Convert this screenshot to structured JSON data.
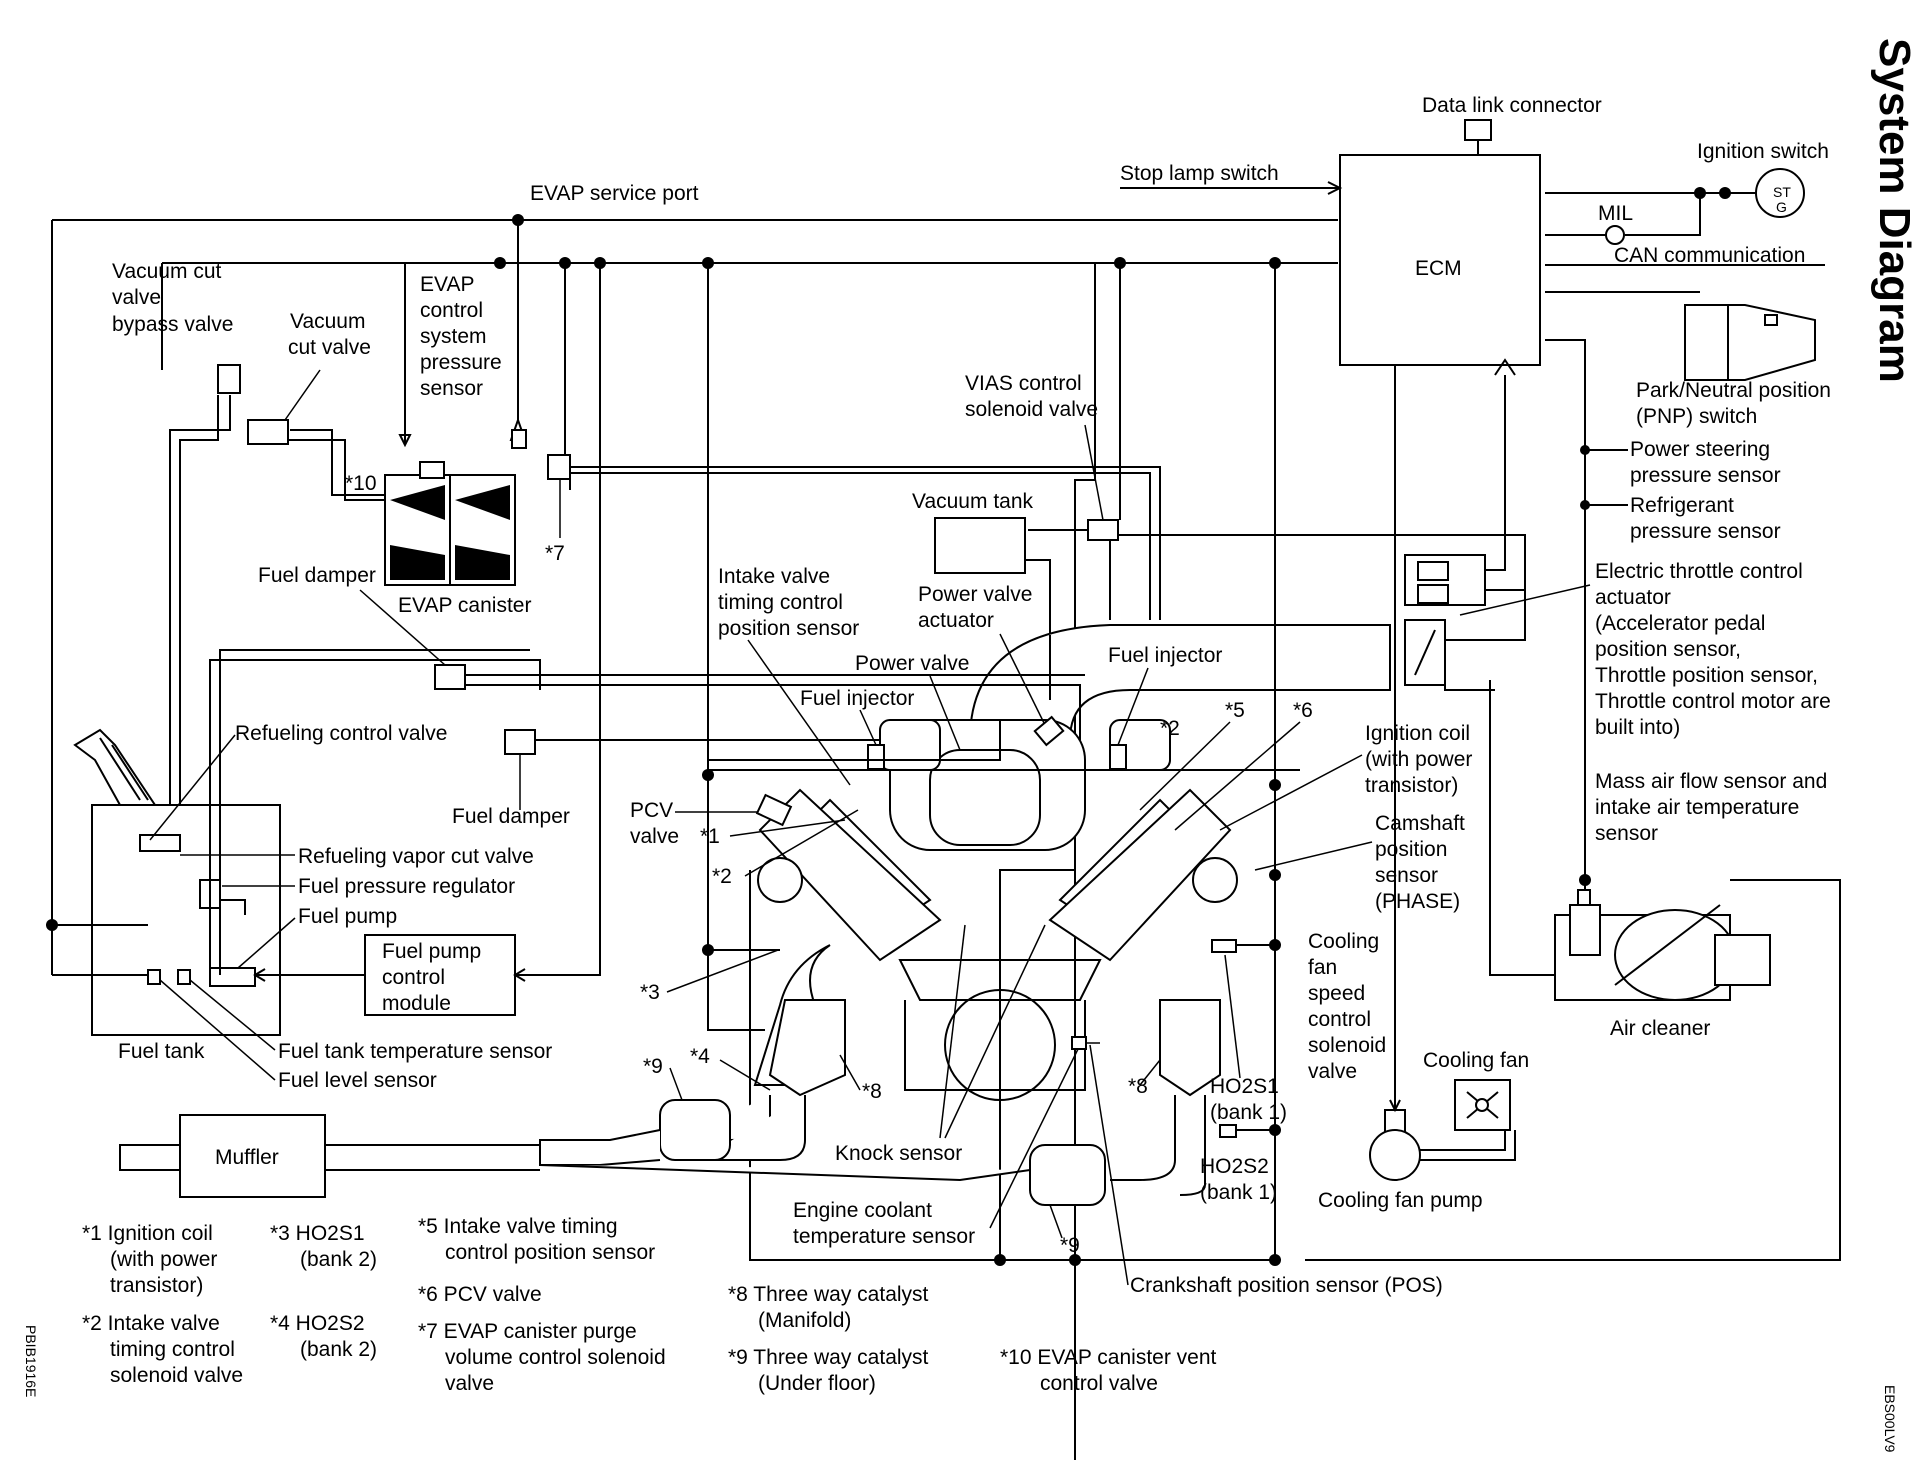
{
  "title": "System Diagram",
  "figure_code": "PBIB1916E",
  "page_code": "EBS00LV9",
  "components": {
    "data_link_connector": "Data link connector",
    "ignition_switch": "Ignition switch",
    "ignition_switch_marks": [
      "ST",
      "G"
    ],
    "stop_lamp_switch": "Stop lamp switch",
    "mil": "MIL",
    "ecm": "ECM",
    "can_communication": "CAN communication",
    "evap_service_port": "EVAP service port",
    "vacuum_cut_valve_bypass": [
      "Vacuum cut",
      "valve",
      "bypass valve"
    ],
    "vacuum_cut_valve": [
      "Vacuum",
      "cut valve"
    ],
    "evap_pressure_sensor": [
      "EVAP",
      "control",
      "system",
      "pressure",
      "sensor"
    ],
    "park_neutral_switch": [
      "Park/Neutral position",
      "(PNP) switch"
    ],
    "power_steering_sensor": [
      "Power steering",
      "pressure sensor"
    ],
    "refrigerant_sensor": [
      "Refrigerant",
      "pressure sensor"
    ],
    "vias_valve": [
      "VIAS control",
      "solenoid valve"
    ],
    "vacuum_tank": "Vacuum tank",
    "fuel_damper_upper": "Fuel damper",
    "evap_canister": "EVAP canister",
    "intake_valve_sensor": [
      "Intake valve",
      "timing control",
      "position sensor"
    ],
    "power_valve_actuator": [
      "Power valve",
      "actuator"
    ],
    "power_valve": "Power valve",
    "fuel_injector_right": "Fuel injector",
    "fuel_injector_left": "Fuel injector",
    "electric_throttle": [
      "Electric throttle control",
      "actuator",
      "(Accelerator pedal",
      "position sensor,",
      "Throttle position sensor,",
      "Throttle control motor are",
      "built into)"
    ],
    "refueling_control_valve": "Refueling control valve",
    "fuel_damper_lower": "Fuel damper",
    "pcv_valve": [
      "PCV",
      "valve"
    ],
    "ignition_coil": [
      "Ignition coil",
      "(with power",
      "transistor)"
    ],
    "mass_air_flow": [
      "Mass air flow sensor and",
      "intake air temperature",
      "sensor"
    ],
    "camshaft_sensor": [
      "Camshaft",
      "position",
      "sensor",
      "(PHASE)"
    ],
    "refueling_vapor_cut_valve": "Refueling vapor cut valve",
    "fuel_pressure_regulator": "Fuel pressure regulator",
    "fuel_pump": "Fuel pump",
    "fuel_pump_module": [
      "Fuel pump",
      "control",
      "module"
    ],
    "cooling_fan_valve": [
      "Cooling",
      "fan",
      "speed",
      "control",
      "solenoid",
      "valve"
    ],
    "air_cleaner": "Air cleaner",
    "fuel_tank": "Fuel tank",
    "fuel_tank_temp_sensor": "Fuel tank temperature sensor",
    "fuel_level_sensor": "Fuel level sensor",
    "cooling_fan": "Cooling fan",
    "ho2s1_bank1": [
      "HO2S1",
      "(bank 1)"
    ],
    "knock_sensor": "Knock sensor",
    "muffler": "Muffler",
    "cooling_fan_pump": "Cooling fan pump",
    "ho2s2_bank1": [
      "HO2S2",
      "(bank 1)"
    ],
    "engine_coolant_sensor": [
      "Engine coolant",
      "temperature sensor"
    ],
    "crankshaft_sensor": "Crankshaft position sensor (POS)"
  },
  "callouts": [
    "*1",
    "*2",
    "*3",
    "*4",
    "*5",
    "*6",
    "*7",
    "*8",
    "*8",
    "*9",
    "*9",
    "*10"
  ],
  "legend": [
    [
      "*1 Ignition coil",
      "(with power",
      "transistor)"
    ],
    [
      "*2 Intake valve",
      "timing control",
      "solenoid valve"
    ],
    [
      "*3 HO2S1",
      "(bank 2)"
    ],
    [
      "*4 HO2S2",
      "(bank 2)"
    ],
    [
      "*5 Intake valve timing",
      "control position sensor"
    ],
    [
      "*6 PCV valve"
    ],
    [
      "*7 EVAP canister purge",
      "volume control solenoid",
      "valve"
    ],
    [
      "*8 Three way catalyst",
      "(Manifold)"
    ],
    [
      "*9 Three way catalyst",
      "(Under floor)"
    ],
    [
      "*10 EVAP canister vent",
      "control valve"
    ]
  ]
}
